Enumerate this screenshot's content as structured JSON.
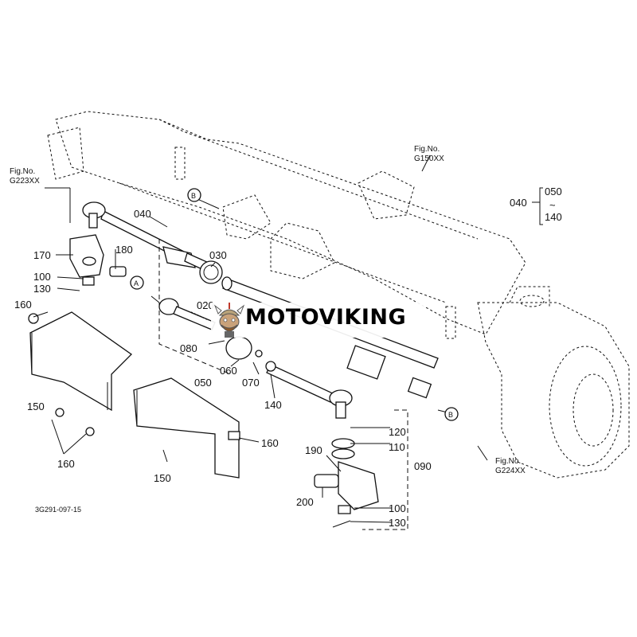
{
  "figure_refs": {
    "g223": {
      "line1": "Fig.No.",
      "line2": "G223XX"
    },
    "g150": {
      "line1": "Fig.No.",
      "line2": "G150XX"
    },
    "g224": {
      "line1": "Fig.No.",
      "line2": "G224XX"
    }
  },
  "range_note": {
    "start": "040",
    "top": "050",
    "tilde": "~",
    "bottom": "140"
  },
  "callouts": {
    "p040": "040",
    "p030": "030",
    "p020": "020",
    "p170": "170",
    "p180": "180",
    "p100a": "100",
    "p130a": "130",
    "p160a": "160",
    "p080": "080",
    "p060": "060",
    "p050": "050",
    "p070": "070",
    "p140": "140",
    "p150a": "150",
    "p150b": "150",
    "p160b": "160",
    "p160c": "160",
    "p120": "120",
    "p110": "110",
    "p190": "190",
    "p090": "090",
    "p200": "200",
    "p100b": "100",
    "p130b": "130"
  },
  "markers": {
    "a": "A",
    "b1": "B",
    "b2": "B"
  },
  "drawing_code": "3G291-097-15",
  "watermark": {
    "text": "MOTOVIKING",
    "logo_icon": "viking-mascot-icon"
  }
}
